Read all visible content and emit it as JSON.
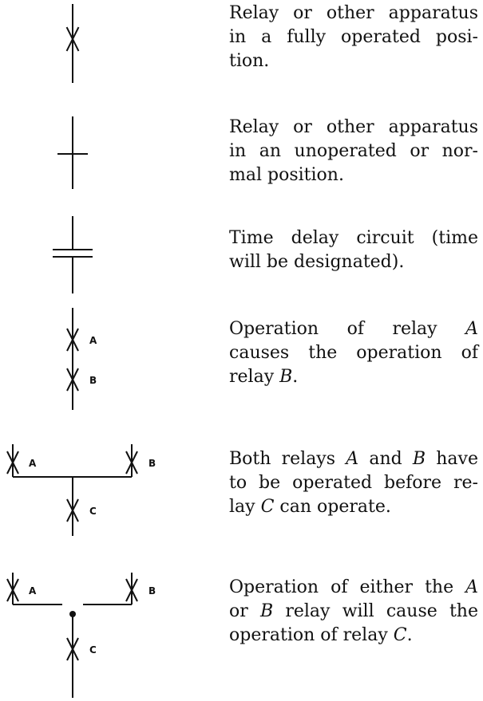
{
  "diagram": {
    "ink_color": "#111111",
    "background": "#ffffff",
    "rows": [
      {
        "symbol": "relay-operated",
        "labels": [],
        "lines": [
          "Relay or other apparatus",
          "in a fully operated posi-",
          "tion."
        ]
      },
      {
        "symbol": "relay-unoperated",
        "labels": [],
        "lines": [
          "Relay or other apparatus",
          "in an unoperated or nor-",
          "mal position."
        ]
      },
      {
        "symbol": "time-delay",
        "labels": [],
        "lines": [
          "Time delay circuit (time",
          "will be designated)."
        ]
      },
      {
        "symbol": "series-operation",
        "labels": [
          "A",
          "B"
        ],
        "lines": [
          "Operation of relay A",
          "causes the operation of",
          "relay B."
        ]
      },
      {
        "symbol": "and-operation",
        "labels": [
          "A",
          "B",
          "C"
        ],
        "lines": [
          "Both relays A and B have",
          "to be operated before re-",
          "lay C can operate."
        ]
      },
      {
        "symbol": "or-operation",
        "labels": [
          "A",
          "B",
          "C"
        ],
        "lines": [
          "Operation of either the A",
          "or B relay will cause the",
          "operation of relay C."
        ]
      }
    ]
  }
}
